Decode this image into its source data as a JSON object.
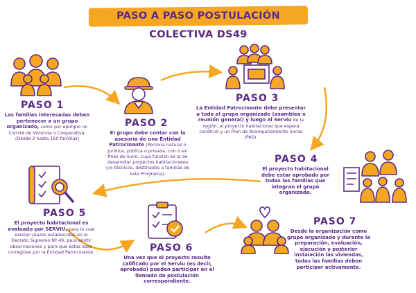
{
  "title": "PASO A PASO POSTULACIÓN COLECTIVA DS49",
  "colors": {
    "purple": "#5b2a86",
    "orange": "#f5a623"
  },
  "steps": [
    {
      "label": "PASO 1",
      "bold": "Las familias interesadas deben pertenecer a un grupo organizado,",
      "text": " como por ejemplo un Comité de Vivienda o Cooperativa. (Desde 2 hasta 160 familias)",
      "icon": "family-group-icon"
    },
    {
      "label": "PASO 2",
      "bold": "El grupo debe contar con la asesoría de una Entidad Patrocinante",
      "text": " (Persona natural o jurídica, pública o privada, con o sin fines de lucro, cuya función es la de desarrollar proyectos habitacionales y/o técnicos, destinados a familias de este Programa).",
      "icon": "engineer-icon"
    },
    {
      "label": "PASO 3",
      "bold": "La Entidad Patrocinante debe presentar a todo el grupo organizado (asamblea o reunión general) y luego al Serviu",
      "text": " de la región, el proyecto habitacional que espera construir y un Plan de Acompañamiento Social (PAS).",
      "icon": "presentation-group-icon"
    },
    {
      "label": "PASO 4",
      "bold": "El proyecto habitacional debe estar aprobado por todas las familias que integran el grupo organizado.",
      "text": "",
      "icon": "families-approval-icon"
    },
    {
      "label": "PASO 5",
      "bold": "El proyecto habitacional es evaluado por SERVIU,",
      "text": " para lo cual existen plazos establecidos en el Decreto Supremo Nº 49, para emitir observaciones y para que éstas sean corregidas por la Entidad Patrocinante.",
      "icon": "blueprint-magnifier-icon"
    },
    {
      "label": "PASO 6",
      "bold": "Una vez que el proyecto resulte calificado por el Serviu (es decir, aprobado) pueden participar en el llamado de postulación correspondiente.",
      "text": "",
      "icon": "approved-checklist-icon"
    },
    {
      "label": "PASO 7",
      "bold": "Desde la organización como grupo organizado y durante la preparación, evaluación, ejecución y posterior instalación las viviendas, todas las familias deben participar activamente.",
      "text": "",
      "icon": "family-heart-icon"
    }
  ]
}
